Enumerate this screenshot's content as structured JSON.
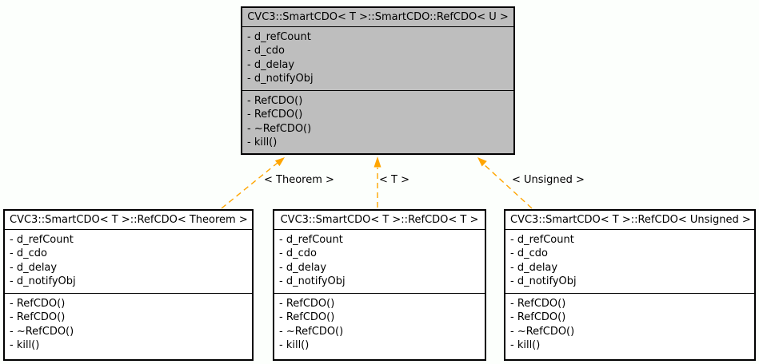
{
  "diagram": {
    "background_color": "#fcfffc",
    "node_fill": "#ffffff",
    "highlight_fill": "#bebebe",
    "border_color": "#000000",
    "edge_color": "#ffa500",
    "classes": [
      {
        "title": "CVC3::SmartCDO< T >::SmartCDO::RefCDO< U >",
        "attributes": [
          "- d_refCount",
          "- d_cdo",
          "- d_delay",
          "- d_notifyObj"
        ],
        "methods": [
          "- RefCDO()",
          "- RefCDO()",
          "- ~RefCDO()",
          "- kill()"
        ]
      },
      {
        "title": "CVC3::SmartCDO< T >::RefCDO< Theorem >",
        "attributes": [
          "- d_refCount",
          "- d_cdo",
          "- d_delay",
          "- d_notifyObj"
        ],
        "methods": [
          "- RefCDO()",
          "- RefCDO()",
          "- ~RefCDO()",
          "- kill()"
        ]
      },
      {
        "title": "CVC3::SmartCDO< T >::RefCDO< T >",
        "attributes": [
          "- d_refCount",
          "- d_cdo",
          "- d_delay",
          "- d_notifyObj"
        ],
        "methods": [
          "- RefCDO()",
          "- RefCDO()",
          "- ~RefCDO()",
          "- kill()"
        ]
      },
      {
        "title": "CVC3::SmartCDO< T >::RefCDO< Unsigned >",
        "attributes": [
          "- d_refCount",
          "- d_cdo",
          "- d_delay",
          "- d_notifyObj"
        ],
        "methods": [
          "- RefCDO()",
          "- RefCDO()",
          "- ~RefCDO()",
          "- kill()"
        ]
      }
    ],
    "edge_labels": [
      "< Theorem >",
      "< T >",
      "< Unsigned >"
    ]
  }
}
